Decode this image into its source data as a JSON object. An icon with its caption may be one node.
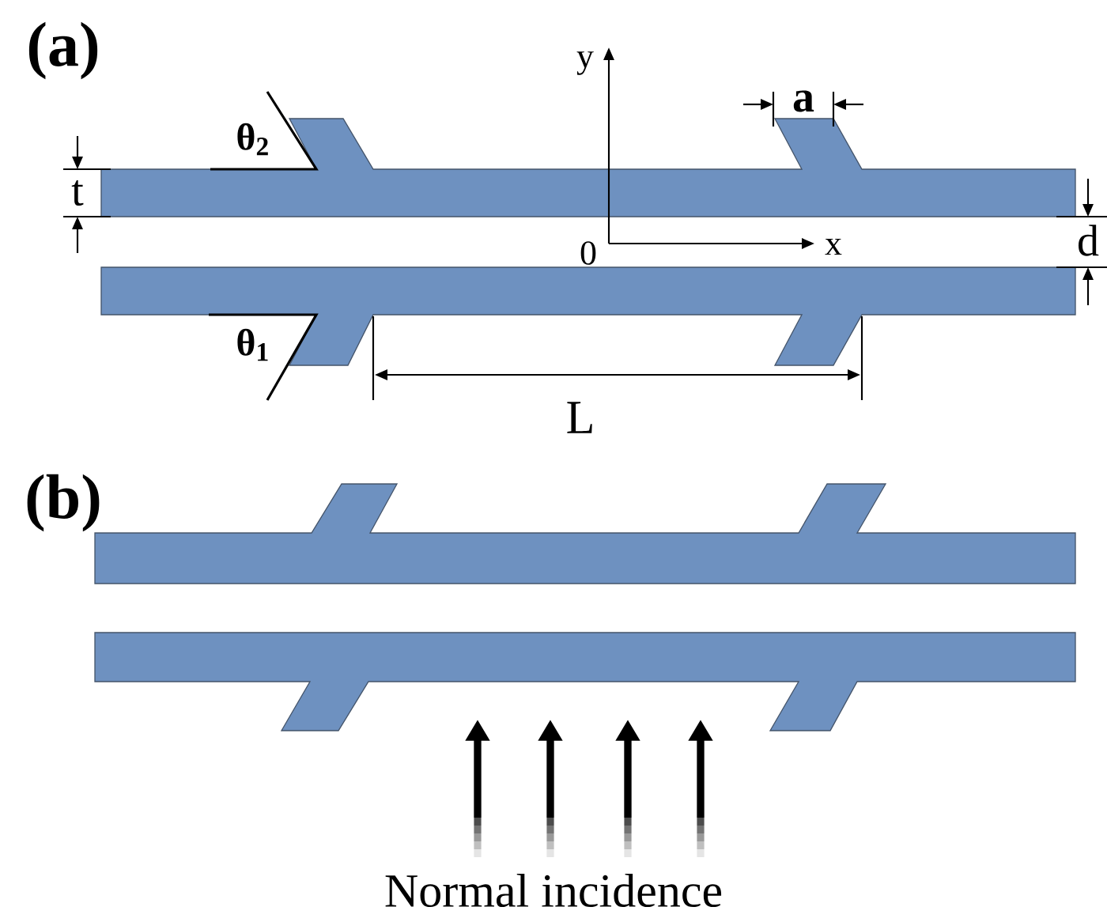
{
  "diagram": {
    "labels": [
      "(a)",
      "θ$_{2}$",
      "a",
      "y",
      "t",
      "0",
      "x",
      "d",
      "θ$_{1}$",
      "L",
      "(b)",
      "Normal incidence"
    ]
  }
}
